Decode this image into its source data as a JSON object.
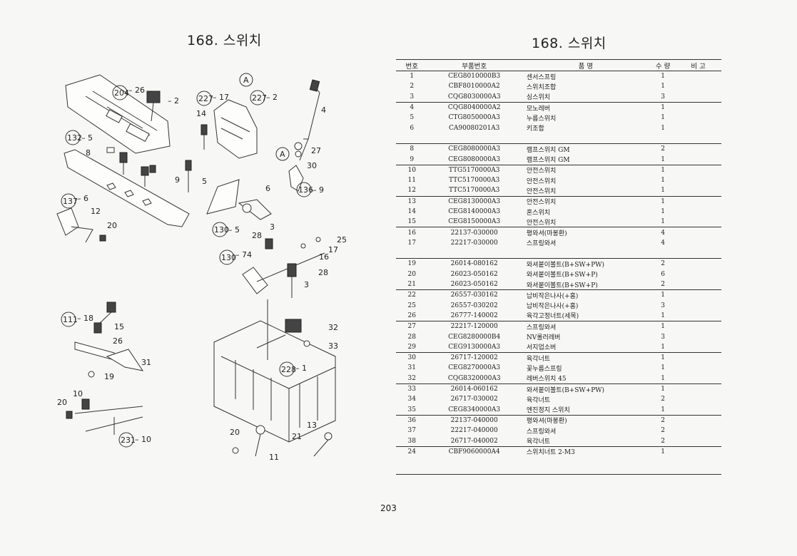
{
  "left_page": {
    "title": "168. 스위치",
    "callouts": [
      "204",
      "26",
      "2",
      "132",
      "5",
      "8",
      "9",
      "5",
      "137",
      "6",
      "12",
      "20",
      "227",
      "17",
      "227",
      "2",
      "14",
      "A",
      "4",
      "A",
      "27",
      "30",
      "136",
      "9",
      "6",
      "130",
      "5",
      "3",
      "28",
      "25",
      "16",
      "17",
      "130",
      "74",
      "3",
      "28",
      "111",
      "18",
      "15",
      "26",
      "31",
      "19",
      "10",
      "20",
      "231",
      "10",
      "32",
      "33",
      "228",
      "1",
      "20",
      "11",
      "21",
      "13"
    ]
  },
  "right_page": {
    "title": "168. 스위치",
    "columns": [
      "번호",
      "부품번호",
      "품                명",
      "수  량",
      "비  고"
    ],
    "rows": [
      {
        "no": "1",
        "part_no": "CEG8010000B3",
        "name": "센서스프링",
        "qty": "1"
      },
      {
        "no": "2",
        "part_no": "CBF8010000A2",
        "name": "스위치조합",
        "qty": "1"
      },
      {
        "no": "3",
        "part_no": "CQG8030000A3",
        "name": "싱스위치",
        "qty": "3"
      },
      {
        "no": "4",
        "part_no": "CQG8040000A2",
        "name": "모노레버",
        "qty": "1",
        "sep": true
      },
      {
        "no": "5",
        "part_no": "CTG8050000A3",
        "name": "누름스위치",
        "qty": "1"
      },
      {
        "no": "6",
        "part_no": "CA90080201A3",
        "name": "키조합",
        "qty": "1"
      },
      {
        "spacer": true
      },
      {
        "no": "8",
        "part_no": "CEG8080000A3",
        "name": "램프스위치 GM",
        "qty": "2",
        "sep": true
      },
      {
        "no": "9",
        "part_no": "CEG8080000A3",
        "name": "램프스위치 GM",
        "qty": "1"
      },
      {
        "no": "10",
        "part_no": "TTG5170000A3",
        "name": "안전스위치",
        "qty": "1",
        "sep": true
      },
      {
        "no": "11",
        "part_no": "TTC5170000A3",
        "name": "안전스위치",
        "qty": "1"
      },
      {
        "no": "12",
        "part_no": "TTC5170000A3",
        "name": "안전스위치",
        "qty": "1"
      },
      {
        "no": "13",
        "part_no": "CEG8130000A3",
        "name": "안전스위치",
        "qty": "1",
        "sep": true
      },
      {
        "no": "14",
        "part_no": "CEG8140000A3",
        "name": "혼스위치",
        "qty": "1"
      },
      {
        "no": "15",
        "part_no": "CEG8150000A3",
        "name": "안전스위치",
        "qty": "1"
      },
      {
        "no": "16",
        "part_no": "22137-030000",
        "name": "평와셔(마봉환)",
        "qty": "4",
        "sep": true
      },
      {
        "no": "17",
        "part_no": "22217-030000",
        "name": "스프링와셔",
        "qty": "4"
      },
      {
        "spacer": true
      },
      {
        "no": "19",
        "part_no": "26014-080162",
        "name": "와셔붙이볼트(B+SW+PW)",
        "qty": "2",
        "sep": true
      },
      {
        "no": "20",
        "part_no": "26023-050162",
        "name": "와셔붙이볼트(B+SW+P)",
        "qty": "6"
      },
      {
        "no": "21",
        "part_no": "26023-050162",
        "name": "와셔붙이볼트(B+SW+P)",
        "qty": "2"
      },
      {
        "no": "22",
        "part_no": "26557-030162",
        "name": "납비작은나사(+홈)",
        "qty": "1",
        "sep": true
      },
      {
        "no": "25",
        "part_no": "26557-030202",
        "name": "납비작은나사(+홈)",
        "qty": "3"
      },
      {
        "no": "26",
        "part_no": "26777-140002",
        "name": "육각고정너트(세목)",
        "qty": "1"
      },
      {
        "no": "27",
        "part_no": "22217-120000",
        "name": "스프링와셔",
        "qty": "1",
        "sep": true
      },
      {
        "no": "28",
        "part_no": "CEG8280000B4",
        "name": "NV롤러레버",
        "qty": "3"
      },
      {
        "no": "29",
        "part_no": "CEG9130000A3",
        "name": "서지업소버",
        "qty": "1"
      },
      {
        "no": "30",
        "part_no": "26717-120002",
        "name": "육각너트",
        "qty": "1",
        "sep": true
      },
      {
        "no": "31",
        "part_no": "CEG8270000A3",
        "name": "꽃누름스프링",
        "qty": "1"
      },
      {
        "no": "32",
        "part_no": "CQG8320000A3",
        "name": "레버스위치 45",
        "qty": "1"
      },
      {
        "no": "33",
        "part_no": "26014-060162",
        "name": "와셔붙이볼트(B+SW+PW)",
        "qty": "1",
        "sep": true
      },
      {
        "no": "34",
        "part_no": "26717-030002",
        "name": "육각너트",
        "qty": "2"
      },
      {
        "no": "35",
        "part_no": "CEG8340000A3",
        "name": "엔진정지 스위치",
        "qty": "1"
      },
      {
        "no": "36",
        "part_no": "22137-040000",
        "name": "평와셔(마봉환)",
        "qty": "2",
        "sep": true
      },
      {
        "no": "37",
        "part_no": "22217-040000",
        "name": "스프링와셔",
        "qty": "2"
      },
      {
        "no": "38",
        "part_no": "26717-040002",
        "name": "육각너트",
        "qty": "2"
      },
      {
        "no": "24",
        "part_no": "CBF9060000A4",
        "name": "스위치너트 2-M3",
        "qty": "1",
        "sep": true
      }
    ]
  },
  "page_number": "203"
}
